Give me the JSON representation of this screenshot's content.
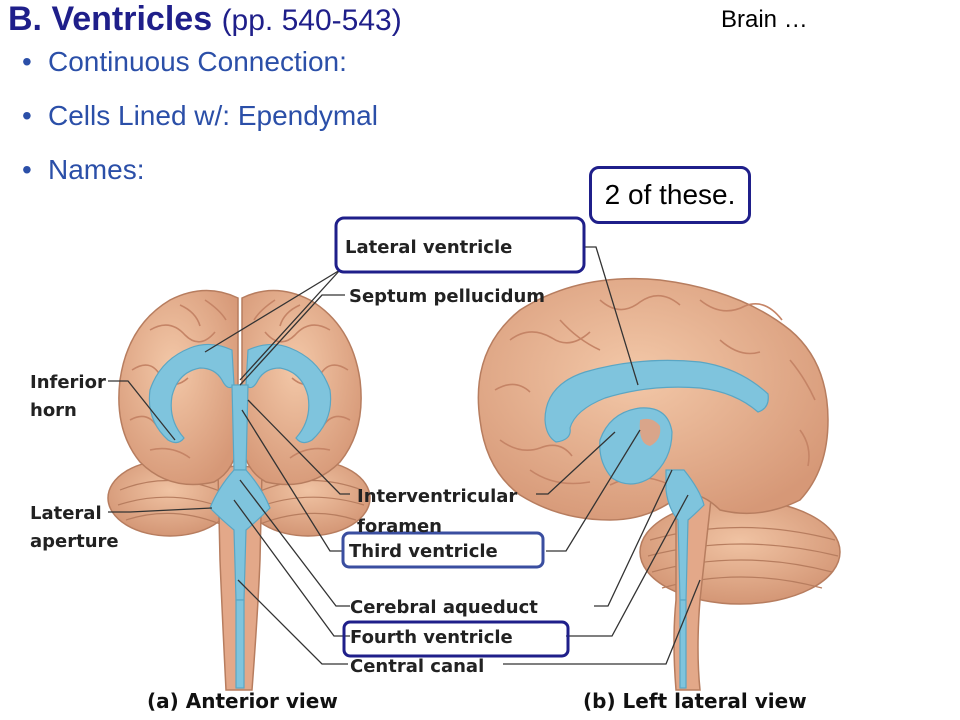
{
  "slide": {
    "title_main": "B.  Ventricles",
    "title_pages": "(pp. 540-543)",
    "corner_text": "Brain …",
    "bullets": [
      "Continuous Connection:",
      "Cells Lined w/: Ependymal",
      "Names:"
    ],
    "note": "2 of these."
  },
  "figure": {
    "labels": {
      "lateral_ventricle": "Lateral ventricle",
      "septum_pellucidum": "Septum pellucidum",
      "inferior_horn_1": "Inferior",
      "inferior_horn_2": "horn",
      "lateral_aperture_1": "Lateral",
      "lateral_aperture_2": "aperture",
      "interventricular_1": "Interventricular",
      "interventricular_2": "foramen",
      "third_ventricle": "Third ventricle",
      "cerebral_aqueduct": "Cerebral aqueduct",
      "fourth_ventricle": "Fourth ventricle",
      "central_canal": "Central canal"
    },
    "captions": {
      "a": "(a)  Anterior view",
      "b": "(b)  Left lateral view"
    },
    "colors": {
      "brain": "#e8b08e",
      "brain_dark": "#c9876a",
      "ventricle": "#7fc4dd",
      "highlight_box": "#1f1f8a"
    }
  }
}
